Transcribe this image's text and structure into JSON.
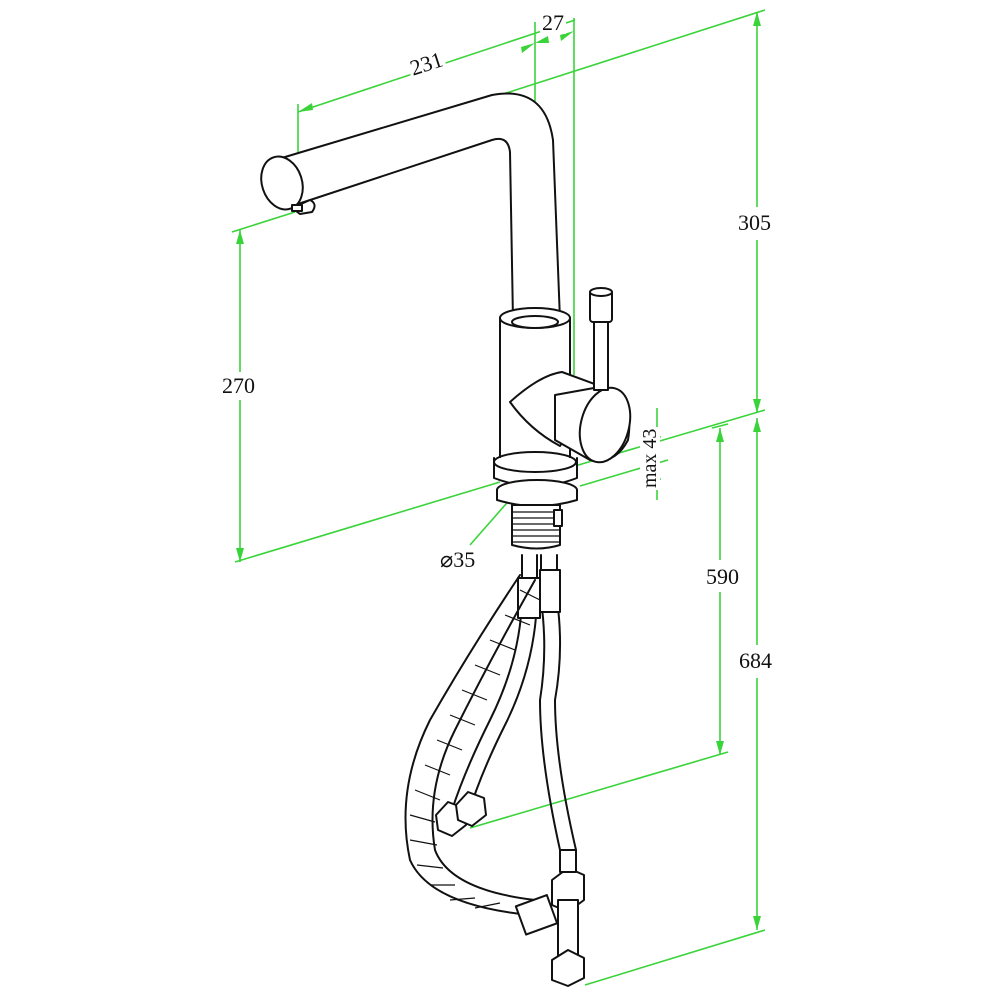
{
  "drawing": {
    "subject": "Pull-out kitchen faucet dimension drawing",
    "units": "mm",
    "colors": {
      "dimension_line": "#3ad43a",
      "outline": "#111111",
      "background": "#ffffff"
    },
    "dimensions": {
      "spout_reach": "231",
      "body_offset": "27",
      "overall_height": "305",
      "spout_clearance": "270",
      "max_deck_thickness": "max 43",
      "mounting_hole_diameter": "⌀35",
      "hose_length_inner": "590",
      "hose_length_total": "684"
    }
  }
}
